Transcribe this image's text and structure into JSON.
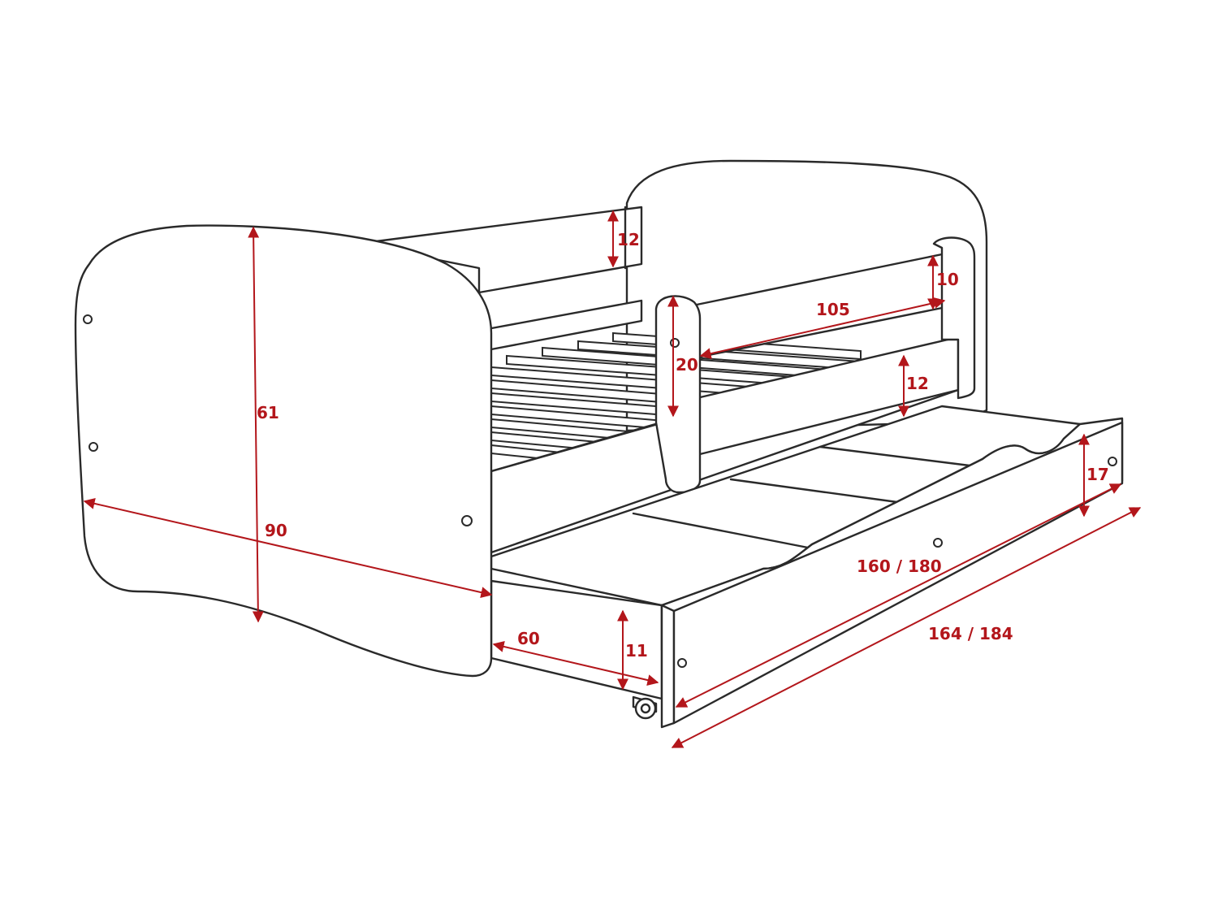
{
  "accent_color": "#b3161b",
  "line_color": "#2a2a2a",
  "dimensions": {
    "foot_height": "61",
    "bed_width": "90",
    "rail_back_top": "12",
    "rail_front_top": "10",
    "rail_length": "105",
    "rail_post": "20",
    "rail_front_low": "12",
    "drawer_front_height": "17",
    "drawer_length": "160 / 180",
    "total_length": "164 / 184",
    "drawer_depth": "60",
    "drawer_height": "11"
  }
}
